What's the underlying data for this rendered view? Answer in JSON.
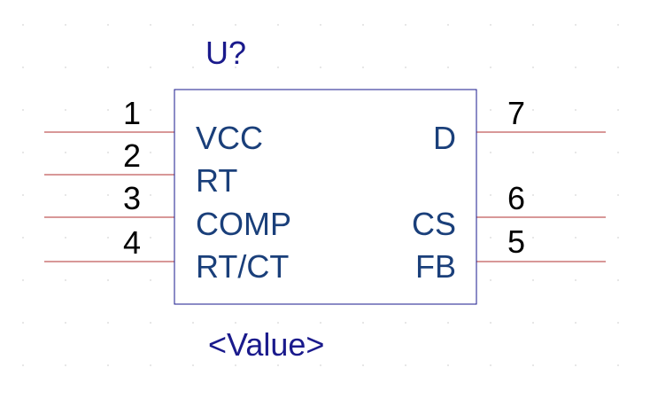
{
  "component": {
    "reference": "U?",
    "value": "<Value>"
  },
  "pins": {
    "left": [
      {
        "number": "1",
        "name": "VCC"
      },
      {
        "number": "2",
        "name": "RT"
      },
      {
        "number": "3",
        "name": "COMP"
      },
      {
        "number": "4",
        "name": "RT/CT"
      }
    ],
    "right": [
      {
        "number": "7",
        "name": "D"
      },
      {
        "number": "6",
        "name": "CS"
      },
      {
        "number": "5",
        "name": "FB"
      }
    ]
  },
  "colors": {
    "pin_line": "#b03030",
    "body_outline": "#1a1a8c",
    "pin_name": "#1a3f7a",
    "label": "#1a1a8c"
  }
}
